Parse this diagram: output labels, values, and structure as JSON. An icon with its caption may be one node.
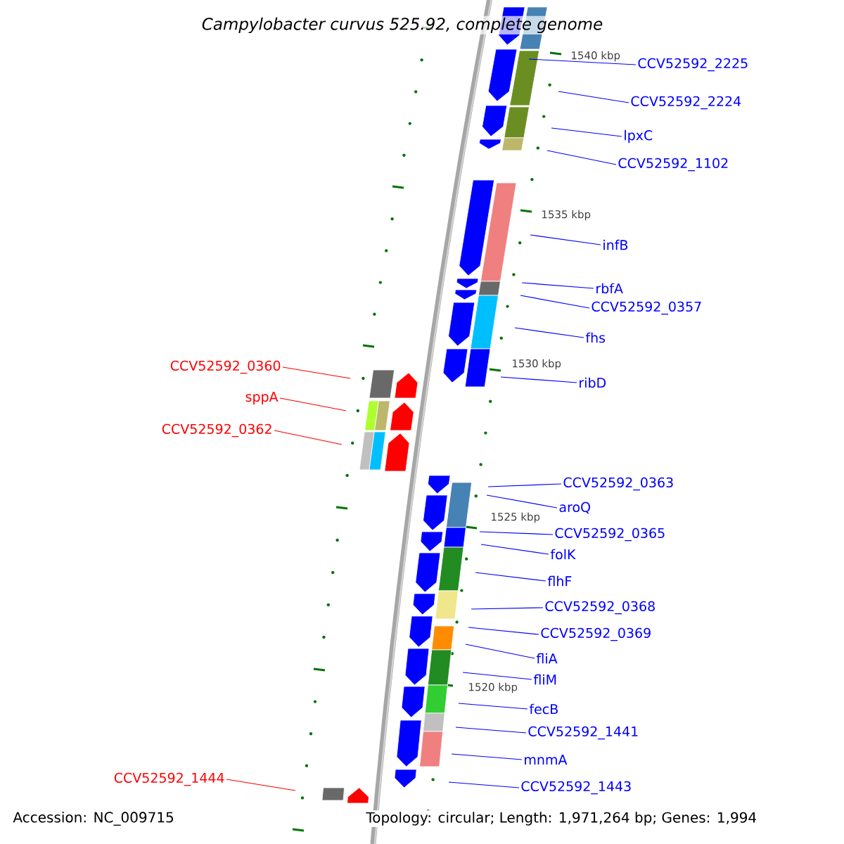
{
  "diagram": {
    "title": "Campylobacter curvus 525.92, complete genome",
    "nodes": [
      {
        "text": [
          "CCV52592_2225"
        ]
      },
      {
        "text": [
          "CCV52592_2224"
        ]
      },
      {
        "text": [
          "lpxC"
        ]
      },
      {
        "text": [
          "CCV52592_1102"
        ]
      },
      {
        "text": [
          "infB"
        ]
      },
      {
        "text": [
          "rbfA"
        ]
      },
      {
        "text": [
          "CCV52592_0357"
        ]
      },
      {
        "text": [
          "fhs"
        ]
      },
      {
        "text": [
          "CCV52592_0360"
        ]
      },
      {
        "text": [
          "ribD"
        ]
      },
      {
        "text": [
          "sppA"
        ]
      },
      {
        "text": [
          "CCV52592_0362"
        ]
      },
      {
        "text": [
          "CCV52592_0363"
        ]
      },
      {
        "text": [
          "aroQ"
        ]
      },
      {
        "text": [
          "CCV52592_0365"
        ]
      },
      {
        "text": [
          "folK"
        ]
      },
      {
        "text": [
          "flhF"
        ]
      },
      {
        "text": [
          "CCV52592_0368"
        ]
      },
      {
        "text": [
          "CCV52592_0369"
        ]
      },
      {
        "text": [
          "fliA"
        ]
      },
      {
        "text": [
          "fliM"
        ]
      },
      {
        "text": [
          "fecB"
        ]
      },
      {
        "text": [
          "CCV52592_1441"
        ]
      },
      {
        "text": [
          "mnmA"
        ]
      },
      {
        "text": [
          "CCV52592_1444"
        ]
      },
      {
        "text": [
          "CCV52592_1443"
        ]
      }
    ],
    "edges": [
      {
        "from": 0,
        "to": null,
        "arrow": "none"
      },
      {
        "from": 1,
        "to": null,
        "arrow": "none"
      },
      {
        "from": 2,
        "to": null,
        "arrow": "none"
      },
      {
        "from": 3,
        "to": null,
        "arrow": "none"
      },
      {
        "from": 4,
        "to": null,
        "arrow": "none"
      },
      {
        "from": 5,
        "to": null,
        "arrow": "none"
      },
      {
        "from": 6,
        "to": null,
        "arrow": "none"
      },
      {
        "from": 7,
        "to": null,
        "arrow": "none"
      },
      {
        "from": 8,
        "to": null,
        "arrow": "none",
        "color": "#ff0000"
      },
      {
        "from": 9,
        "to": null,
        "arrow": "none"
      },
      {
        "from": 10,
        "to": null,
        "arrow": "none",
        "color": "#ff0000"
      },
      {
        "from": 11,
        "to": null,
        "arrow": "none",
        "color": "#ff0000"
      },
      {
        "from": 12,
        "to": null,
        "arrow": "none"
      },
      {
        "from": 13,
        "to": null,
        "arrow": "none"
      },
      {
        "from": 14,
        "to": null,
        "arrow": "none"
      },
      {
        "from": 15,
        "to": null,
        "arrow": "none"
      },
      {
        "from": 16,
        "to": null,
        "arrow": "none"
      },
      {
        "from": 17,
        "to": null,
        "arrow": "none"
      },
      {
        "from": 18,
        "to": null,
        "arrow": "none"
      },
      {
        "from": 19,
        "to": null,
        "arrow": "none"
      },
      {
        "from": 20,
        "to": null,
        "arrow": "none"
      },
      {
        "from": 21,
        "to": null,
        "arrow": "none"
      },
      {
        "from": 22,
        "to": null,
        "arrow": "none"
      },
      {
        "from": 23,
        "to": null,
        "arrow": "none"
      },
      {
        "from": 24,
        "to": null,
        "arrow": "none",
        "color": "#ff0000"
      },
      {
        "from": 25,
        "to": null,
        "arrow": "none"
      }
    ],
    "labels": [
      "1540 kbp",
      "1535 kbp",
      "1530 kbp",
      "1525 kbp",
      "1520 kbp",
      "Accession: NC_009715",
      "Topology: circular; Length: 1,971,264 bp; Genes: 1,994"
    ]
  }
}
